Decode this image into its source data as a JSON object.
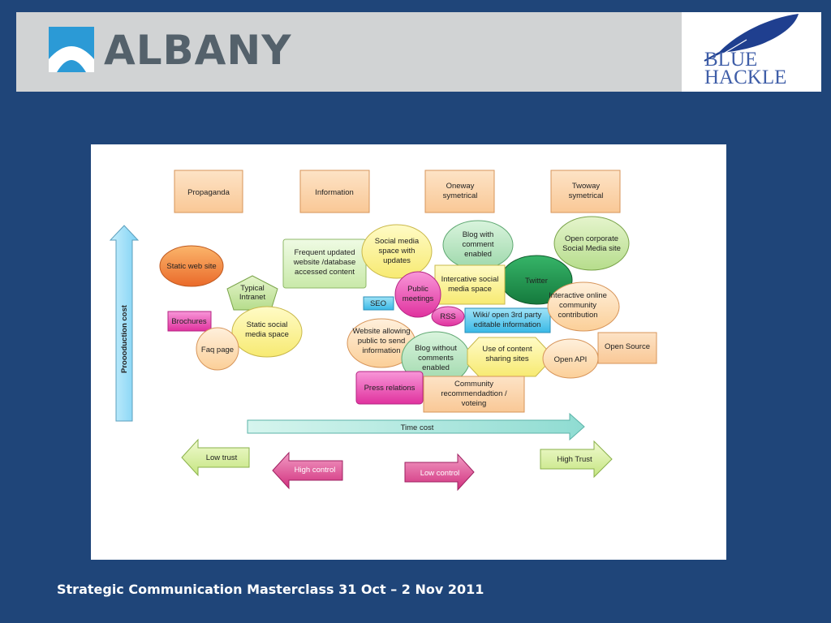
{
  "header": {
    "logo_text": "ALBANY",
    "partner_logo_lines": [
      "BLUE",
      "HACKLE"
    ]
  },
  "diagram": {
    "columns": [
      "Propaganda",
      "Information",
      "Oneway symetrical",
      "Twoway symetrical"
    ],
    "nodes": {
      "static_web_site": "Static web site",
      "typical_intranet": "Typical Intranet",
      "brochures": "Brochures",
      "static_social_media_space": "Static social media space",
      "faq_page": "Faq page",
      "frequent_updated_website": "Frequent updated website /database accessed content",
      "social_media_space_updates": "Social media space with updates",
      "blog_with_comment": "Blog with comment enabled",
      "open_corporate_social": "Open corporate Social Media site",
      "intercative_social": "Intercative social media space",
      "twitter": "Twitter",
      "public_meetings": "Public meetings",
      "seo": "SEO",
      "rss": "RSS",
      "wiki": "Wiki/ open 3rd party editable information",
      "interactive_online_community": "Interactive online community contribution",
      "website_allowing_public": "Website allowing public to send information",
      "blog_without_comments": "Blog without comments enabled",
      "use_of_content_sharing": "Use of content sharing sites",
      "open_api": "Open API",
      "open_source": "Open Source",
      "press_relations": "Press relations",
      "community_recommendation": "Community recommendadtion / voteing"
    },
    "axes": {
      "vertical": "Proooduction cost",
      "horizontal": "Time cost"
    },
    "arrows": {
      "low_trust": "Low trust",
      "high_control": "High control",
      "low_control": "Low control",
      "high_trust": "High Trust"
    }
  },
  "footer": {
    "text": "Strategic Communication Masterclass 31 Oct – 2 Nov 2011"
  },
  "colors": {
    "background": "#1f4579",
    "header_bar": "#d1d3d4",
    "albany_text": "#54616b",
    "albany_mark": "#2b9ad6",
    "blue_hackle": "#3f5ea8"
  }
}
